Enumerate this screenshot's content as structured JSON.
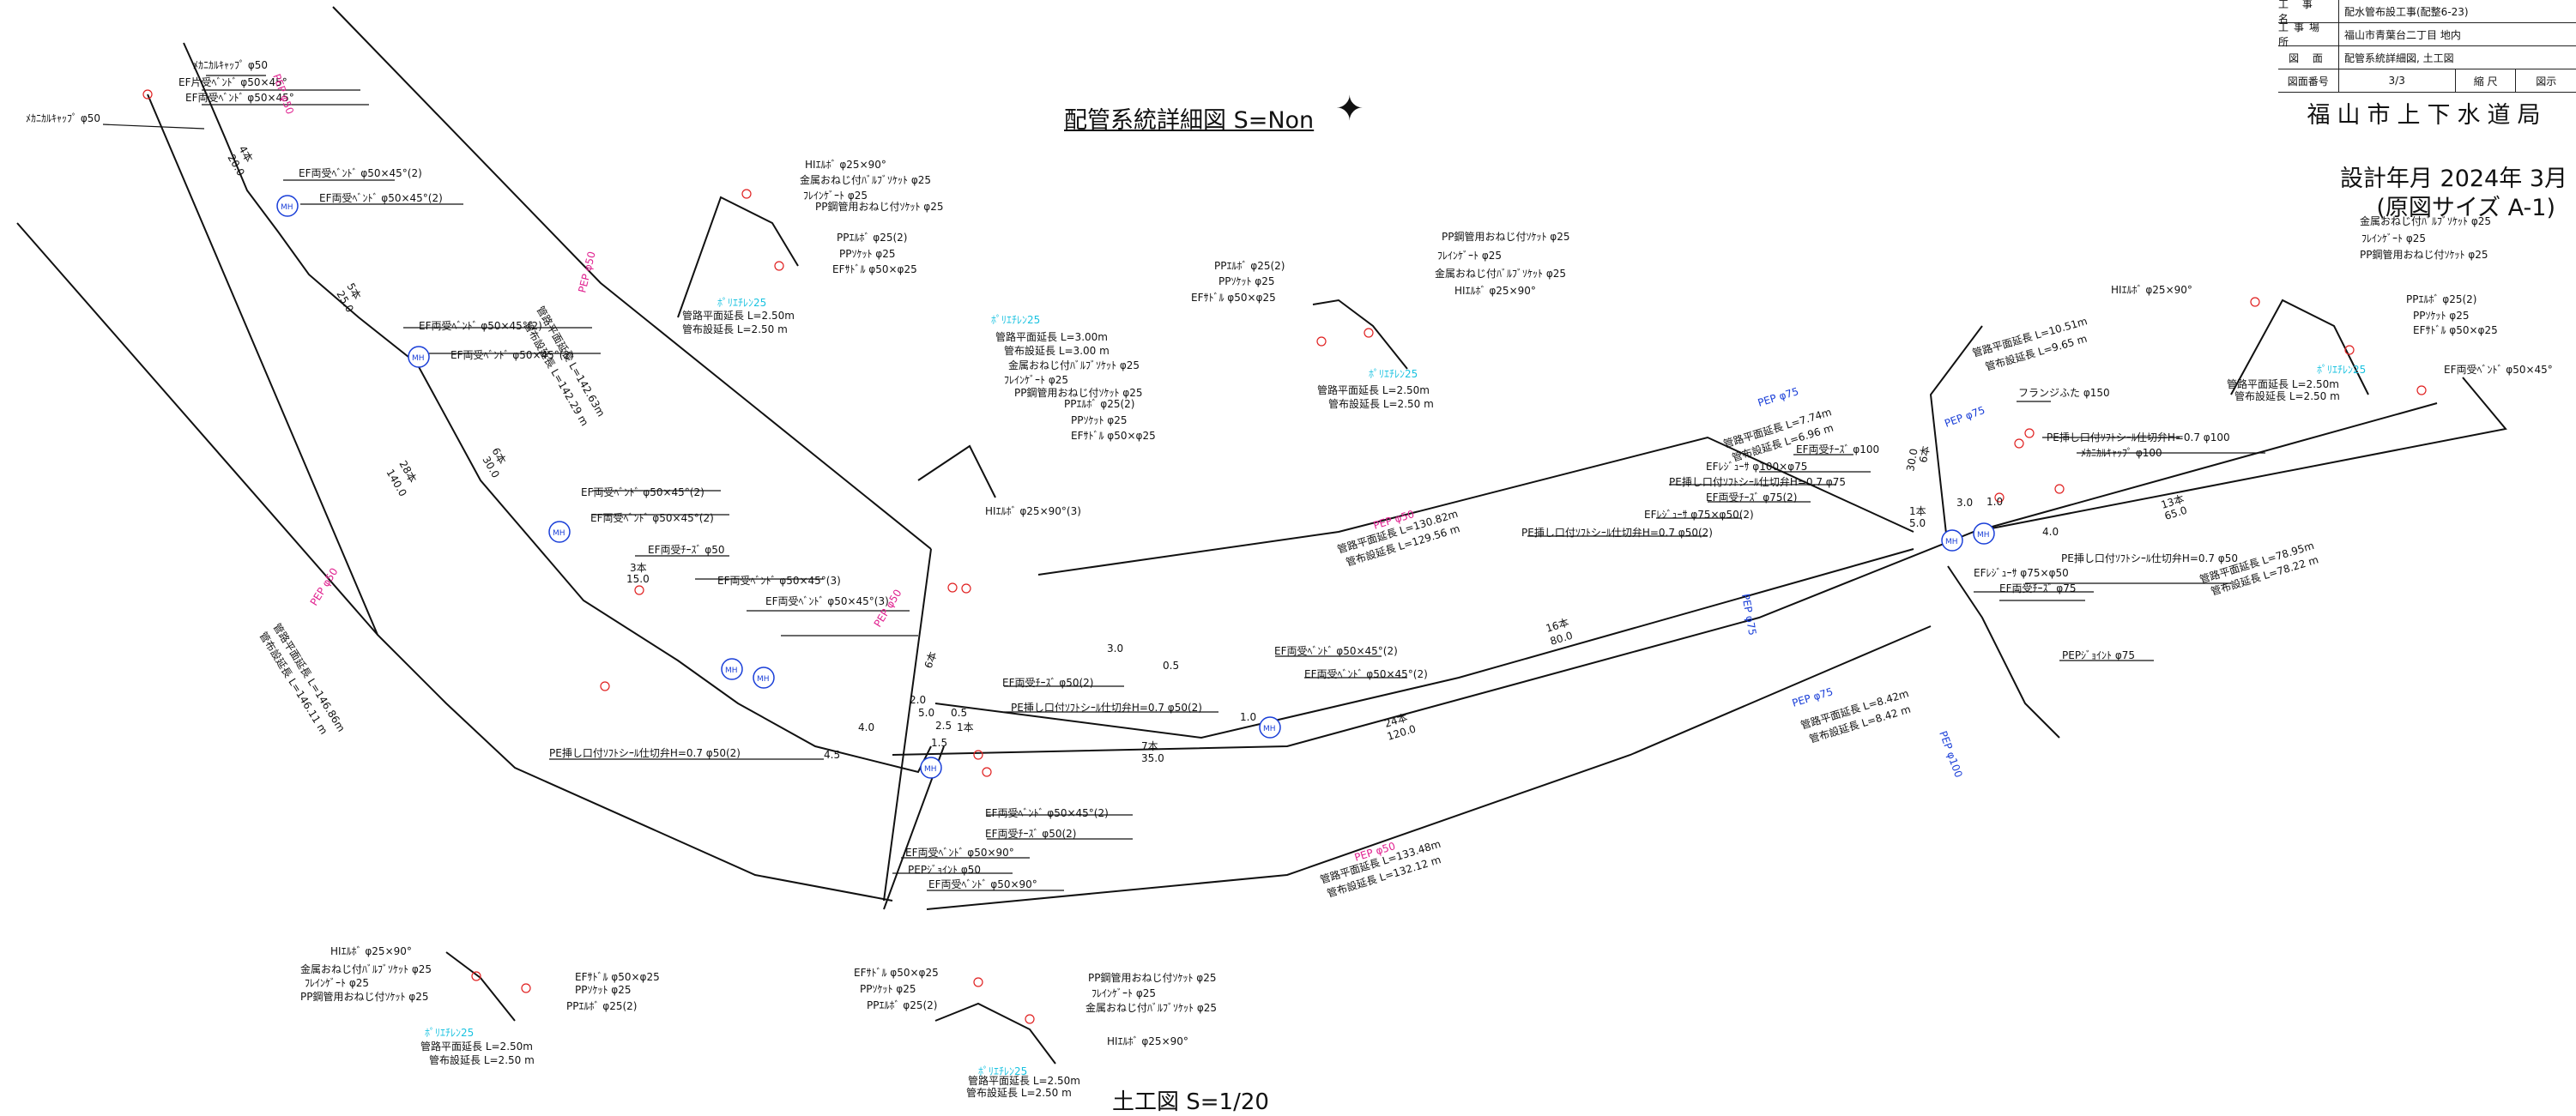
{
  "title_block": {
    "project_key": "工 事 名",
    "project_value": "配水管布設工事(配整6-23)",
    "location_key": "工事場所",
    "location_value": "福山市青葉台二丁目 地内",
    "drawing_key": "図 面",
    "drawing_value": "配管系統詳細図, 土工図",
    "number_key": "図面番号",
    "number_value": "3/3",
    "scale_key": "縮 尺",
    "scale_value": "図示",
    "agency": "福山市上下水道局",
    "design_date": "設計年月 2024年 3月",
    "original_size": "(原図サイズ A-1)"
  },
  "main_title": "配管系統詳細図 S=Non",
  "footer_title": "土工図 S=1/20",
  "colors": {
    "line": "#111111",
    "pipe_pe": "#e0208f",
    "pipe_blue": "#1a3fd8",
    "cyan": "#19c2e0",
    "red": "#e02020"
  },
  "labels": [
    {
      "id": "l1",
      "text": "ﾒｶﾆｶﾙｷｬｯﾌﾟ φ50",
      "c": "k"
    },
    {
      "id": "l2",
      "text": "ﾒｶﾆｶﾙｷｬｯﾌﾟ φ50",
      "c": "k"
    },
    {
      "id": "l3",
      "text": "EF片受ﾍﾞﾝﾄﾞ φ50×45°",
      "c": "k"
    },
    {
      "id": "l4",
      "text": "EF両受ﾍﾞﾝﾄﾞ φ50×45°",
      "c": "k"
    },
    {
      "id": "l5",
      "text": "EF両受ﾍﾞﾝﾄﾞ φ50×45°(2)",
      "c": "k"
    },
    {
      "id": "l6",
      "text": "EF両受ﾍﾞﾝﾄﾞ φ50×45°(2)",
      "c": "k"
    },
    {
      "id": "l7",
      "text": "EF両受ﾍﾞﾝﾄﾞ φ50×45°(2)",
      "c": "k"
    },
    {
      "id": "l8",
      "text": "EF両受ﾍﾞﾝﾄﾞ φ50×45°(2)",
      "c": "k"
    },
    {
      "id": "l9",
      "text": "EF両受ﾍﾞﾝﾄﾞ φ50×45°(2)",
      "c": "k"
    },
    {
      "id": "l10",
      "text": "EF両受ﾍﾞﾝﾄﾞ φ50×45°(2)",
      "c": "k"
    },
    {
      "id": "l11",
      "text": "EF両受ﾁｰｽﾞ φ50",
      "c": "k"
    },
    {
      "id": "l12",
      "text": "EF両受ﾍﾞﾝﾄﾞ φ50×45°(3)",
      "c": "k"
    },
    {
      "id": "l13",
      "text": "EF両受ﾍﾞﾝﾄﾞ φ50×45°(3)",
      "c": "k"
    },
    {
      "id": "l14",
      "text": "EF両受ﾁｰｽﾞ φ50(2)",
      "c": "k"
    },
    {
      "id": "l15",
      "text": "PE挿し口付ｿﾌﾄシｰﾙ仕切弁H=0.7 φ50(2)",
      "c": "k"
    },
    {
      "id": "l16",
      "text": "PE挿し口付ｿﾌﾄシｰﾙ仕切弁H=0.7 φ50(2)",
      "c": "k"
    },
    {
      "id": "l17",
      "text": "EF両受ﾍﾞﾝﾄﾞ φ50×45°(2)",
      "c": "k"
    },
    {
      "id": "l18",
      "text": "EF両受ﾁｰｽﾞ φ50(2)",
      "c": "k"
    },
    {
      "id": "l19",
      "text": "EF両受ﾍﾞﾝﾄﾞ φ50×90°",
      "c": "k"
    },
    {
      "id": "l20",
      "text": "PEPｼﾞｮｲﾝﾄ φ50",
      "c": "k"
    },
    {
      "id": "l21",
      "text": "EF両受ﾍﾞﾝﾄﾞ φ50×90°",
      "c": "k"
    },
    {
      "id": "l22",
      "text": "EF両受ﾍﾞﾝﾄﾞ φ50×45°(2)",
      "c": "k"
    },
    {
      "id": "l23",
      "text": "EF両受ﾍﾞﾝﾄﾞ φ50×45°(2)",
      "c": "k"
    },
    {
      "id": "l24",
      "text": "EF両受ﾁｰｽﾞ φ100",
      "c": "k"
    },
    {
      "id": "l25",
      "text": "EFﾚｼﾞｭｰｻ φ100×φ75",
      "c": "k"
    },
    {
      "id": "l26",
      "text": "PE挿し口付ｿﾌﾄシｰﾙ仕切弁H=0.7 φ75",
      "c": "k"
    },
    {
      "id": "l27",
      "text": "EF両受ﾁｰｽﾞ φ75(2)",
      "c": "k"
    },
    {
      "id": "l28",
      "text": "EFﾚｼﾞｭｰｻ φ75×φ50(2)",
      "c": "k"
    },
    {
      "id": "l29",
      "text": "PE挿し口付ｿﾌﾄシｰﾙ仕切弁H=0.7 φ50(2)",
      "c": "k"
    },
    {
      "id": "l30",
      "text": "PE挿し口付ｿﾌﾄシｰﾙ仕切弁H=0.7 φ100",
      "c": "k"
    },
    {
      "id": "l31",
      "text": "ﾒｶﾆｶﾙｷｬｯﾌﾟ φ100",
      "c": "k"
    },
    {
      "id": "l32",
      "text": "PE挿し口付ｿﾌﾄシｰﾙ仕切弁H=0.7 φ50",
      "c": "k"
    },
    {
      "id": "l33",
      "text": "EFﾚｼﾞｭｰｻ φ75×φ50",
      "c": "k"
    },
    {
      "id": "l34",
      "text": "EF両受ﾁｰｽﾞ φ75",
      "c": "k"
    },
    {
      "id": "l35",
      "text": "PEPｼﾞｮｲﾝﾄ φ75",
      "c": "k"
    },
    {
      "id": "l36",
      "text": "フランジふた φ150",
      "c": "k"
    },
    {
      "id": "l37",
      "text": "EF両受ﾍﾞﾝﾄﾞ φ50×45°",
      "c": "k"
    },
    {
      "id": "l38",
      "text": "HIｴﾙﾎﾞ φ25×90°",
      "c": "k"
    },
    {
      "id": "l39",
      "text": "金属おねじ付ﾊﾞﾙﾌﾞｿｹｯﾄ φ25",
      "c": "k"
    },
    {
      "id": "l40",
      "text": "ﾌﾚｲﾝｹﾞｰﾄ φ25",
      "c": "k"
    },
    {
      "id": "l41",
      "text": "PP鋼管用おねじ付ｿｹｯﾄ φ25",
      "c": "k"
    },
    {
      "id": "l42",
      "text": "PPｴﾙﾎﾞ φ25(2)",
      "c": "k"
    },
    {
      "id": "l43",
      "text": "PPｿｹｯﾄ φ25",
      "c": "k"
    },
    {
      "id": "l44",
      "text": "EFｻﾄﾞﾙ φ50×φ25",
      "c": "k"
    },
    {
      "id": "l45",
      "text": "金属おねじ付ﾊﾞﾙﾌﾞｿｹｯﾄ φ25",
      "c": "k"
    },
    {
      "id": "l46",
      "text": "ﾌﾚｲﾝｹﾞｰﾄ φ25",
      "c": "k"
    },
    {
      "id": "l47",
      "text": "PP鋼管用おねじ付ｿｹｯﾄ φ25",
      "c": "k"
    },
    {
      "id": "l48",
      "text": "PPｴﾙﾎﾞ φ25(2)",
      "c": "k"
    },
    {
      "id": "l49",
      "text": "PPｿｹｯﾄ φ25",
      "c": "k"
    },
    {
      "id": "l50",
      "text": "EFｻﾄﾞﾙ φ50×φ25",
      "c": "k"
    },
    {
      "id": "l51",
      "text": "HIｴﾙﾎﾞ φ25×90°(3)",
      "c": "k"
    },
    {
      "id": "l52",
      "text": "PPｴﾙﾎﾞ φ25(2)",
      "c": "k"
    },
    {
      "id": "l53",
      "text": "PPｿｹｯﾄ φ25",
      "c": "k"
    },
    {
      "id": "l54",
      "text": "EFｻﾄﾞﾙ φ50×φ25",
      "c": "k"
    },
    {
      "id": "l55",
      "text": "PP鋼管用おねじ付ｿｹｯﾄ φ25",
      "c": "k"
    },
    {
      "id": "l56",
      "text": "ﾌﾚｲﾝｹﾞｰﾄ φ25",
      "c": "k"
    },
    {
      "id": "l57",
      "text": "金属おねじ付ﾊﾞﾙﾌﾞｿｹｯﾄ φ25",
      "c": "k"
    },
    {
      "id": "l58",
      "text": "HIｴﾙﾎﾞ φ25×90°",
      "c": "k"
    },
    {
      "id": "l59",
      "text": "HIｴﾙﾎﾞ φ25×90°",
      "c": "k"
    },
    {
      "id": "l60",
      "text": "金属おねじ付ﾊﾞﾙﾌﾞｿｹｯﾄ φ25",
      "c": "k"
    },
    {
      "id": "l61",
      "text": "ﾌﾚｲﾝｹﾞｰﾄ φ25",
      "c": "k"
    },
    {
      "id": "l62",
      "text": "PP鋼管用おねじ付ｿｹｯﾄ φ25",
      "c": "k"
    },
    {
      "id": "l63",
      "text": "PPｴﾙﾎﾞ φ25(2)",
      "c": "k"
    },
    {
      "id": "l64",
      "text": "PPｿｹｯﾄ φ25",
      "c": "k"
    },
    {
      "id": "l65",
      "text": "EFｻﾄﾞﾙ φ50×φ25",
      "c": "k"
    },
    {
      "id": "l66",
      "text": "HIｴﾙﾎﾞ φ25×90°",
      "c": "k"
    },
    {
      "id": "l67",
      "text": "金属おねじ付ﾊﾞﾙﾌﾞｿｹｯﾄ φ25",
      "c": "k"
    },
    {
      "id": "l68",
      "text": "ﾌﾚｲﾝｹﾞｰﾄ φ25",
      "c": "k"
    },
    {
      "id": "l69",
      "text": "PP鋼管用おねじ付ｿｹｯﾄ φ25",
      "c": "k"
    },
    {
      "id": "l70",
      "text": "EFｻﾄﾞﾙ φ50×φ25",
      "c": "k"
    },
    {
      "id": "l71",
      "text": "PPｿｹｯﾄ φ25",
      "c": "k"
    },
    {
      "id": "l72",
      "text": "PPｴﾙﾎﾞ φ25(2)",
      "c": "k"
    },
    {
      "id": "l73",
      "text": "EFｻﾄﾞﾙ φ50×φ25",
      "c": "k"
    },
    {
      "id": "l74",
      "text": "PPｿｹｯﾄ φ25",
      "c": "k"
    },
    {
      "id": "l75",
      "text": "PPｴﾙﾎﾞ φ25(2)",
      "c": "k"
    },
    {
      "id": "l76",
      "text": "PP鋼管用おねじ付ｿｹｯﾄ φ25",
      "c": "k"
    },
    {
      "id": "l77",
      "text": "ﾌﾚｲﾝｹﾞｰﾄ φ25",
      "c": "k"
    },
    {
      "id": "l78",
      "text": "金属おねじ付ﾊﾞﾙﾌﾞｿｹｯﾄ φ25",
      "c": "k"
    },
    {
      "id": "l79",
      "text": "HIｴﾙﾎﾞ φ25×90°",
      "c": "k"
    },
    {
      "id": "p1",
      "text": "PEP φ50",
      "c": "m"
    },
    {
      "id": "p2",
      "text": "PEP φ50",
      "c": "m"
    },
    {
      "id": "p3",
      "text": "PEP φ50",
      "c": "m"
    },
    {
      "id": "p4",
      "text": "PEP φ50",
      "c": "m"
    },
    {
      "id": "p5",
      "text": "PEP φ50",
      "c": "m"
    },
    {
      "id": "p6",
      "text": "PEP φ50",
      "c": "m"
    },
    {
      "id": "p7",
      "text": "PEP φ75",
      "c": "b"
    },
    {
      "id": "p8",
      "text": "PEP φ75",
      "c": "b"
    },
    {
      "id": "p9",
      "text": "PEP φ75",
      "c": "b"
    },
    {
      "id": "p10",
      "text": "PEP φ75",
      "c": "b"
    },
    {
      "id": "p11",
      "text": "PEP φ100",
      "c": "b"
    },
    {
      "id": "d1",
      "text": "管路平面延長 L=142.63m",
      "c": "k"
    },
    {
      "id": "d2",
      "text": "管布設延長 L=142.29 m",
      "c": "k"
    },
    {
      "id": "d3",
      "text": "管路平面延長 L=146.86m",
      "c": "k"
    },
    {
      "id": "d4",
      "text": "管布設延長 L=146.11 m",
      "c": "k"
    },
    {
      "id": "d5",
      "text": "管路平面延長 L=130.82m",
      "c": "k"
    },
    {
      "id": "d6",
      "text": "管布設延長 L=129.56 m",
      "c": "k"
    },
    {
      "id": "d7",
      "text": "管路平面延長 L=133.48m",
      "c": "k"
    },
    {
      "id": "d8",
      "text": "管布設延長 L=132.12 m",
      "c": "k"
    },
    {
      "id": "d9",
      "text": "管路平面延長 L=78.95m",
      "c": "k"
    },
    {
      "id": "d10",
      "text": "管布設延長 L=78.22 m",
      "c": "k"
    },
    {
      "id": "d11",
      "text": "管路平面延長 L=7.74m",
      "c": "k"
    },
    {
      "id": "d12",
      "text": "管布設延長 L=6.96 m",
      "c": "k"
    },
    {
      "id": "d13",
      "text": "管路平面延長 L=10.51m",
      "c": "k"
    },
    {
      "id": "d14",
      "text": "管布設延長 L=9.65 m",
      "c": "k"
    },
    {
      "id": "d15",
      "text": "管路平面延長 L=8.42m",
      "c": "k"
    },
    {
      "id": "d16",
      "text": "管布設延長 L=8.42 m",
      "c": "k"
    },
    {
      "id": "d17",
      "text": "管路平面延長 L=2.50m",
      "c": "k"
    },
    {
      "id": "d18",
      "text": "管布設延長 L=2.50 m",
      "c": "k"
    },
    {
      "id": "d19",
      "text": "管路平面延長 L=3.00m",
      "c": "k"
    },
    {
      "id": "d20",
      "text": "管布設延長 L=3.00 m",
      "c": "k"
    },
    {
      "id": "d21",
      "text": "管路平面延長 L=2.50m",
      "c": "k"
    },
    {
      "id": "d22",
      "text": "管布設延長 L=2.50 m",
      "c": "k"
    },
    {
      "id": "d23",
      "text": "管路平面延長 L=2.50m",
      "c": "k"
    },
    {
      "id": "d24",
      "text": "管布設延長 L=2.50 m",
      "c": "k"
    },
    {
      "id": "d25",
      "text": "管路平面延長 L=2.50m",
      "c": "k"
    },
    {
      "id": "d26",
      "text": "管布設延長 L=2.50 m",
      "c": "k"
    },
    {
      "id": "d27",
      "text": "管路平面延長 L=2.50m",
      "c": "k"
    },
    {
      "id": "d28",
      "text": "管布設延長 L=2.50 m",
      "c": "k"
    },
    {
      "id": "c1",
      "text": "ﾎﾟﾘｴﾁﾚﾝ25",
      "c": "c"
    },
    {
      "id": "c2",
      "text": "ﾎﾟﾘｴﾁﾚﾝ25",
      "c": "c"
    },
    {
      "id": "c3",
      "text": "ﾎﾟﾘｴﾁﾚﾝ25",
      "c": "c"
    },
    {
      "id": "c4",
      "text": "ﾎﾟﾘｴﾁﾚﾝ25",
      "c": "c"
    },
    {
      "id": "c5",
      "text": "ﾎﾟﾘｴﾁﾚﾝ25",
      "c": "c"
    },
    {
      "id": "c6",
      "text": "ﾎﾟﾘｴﾁﾚﾝ25",
      "c": "c"
    },
    {
      "id": "n1",
      "text": "4本",
      "c": "k"
    },
    {
      "id": "n2",
      "text": "20.0",
      "c": "k"
    },
    {
      "id": "n3",
      "text": "5本",
      "c": "k"
    },
    {
      "id": "n4",
      "text": "25.0",
      "c": "k"
    },
    {
      "id": "n5",
      "text": "6本",
      "c": "k"
    },
    {
      "id": "n6",
      "text": "30.0",
      "c": "k"
    },
    {
      "id": "n7",
      "text": "28本",
      "c": "k"
    },
    {
      "id": "n8",
      "text": "140.0",
      "c": "k"
    },
    {
      "id": "n9",
      "text": "16本",
      "c": "k"
    },
    {
      "id": "n10",
      "text": "80.0",
      "c": "k"
    },
    {
      "id": "n11",
      "text": "24本",
      "c": "k"
    },
    {
      "id": "n12",
      "text": "120.0",
      "c": "k"
    },
    {
      "id": "n13",
      "text": "7本",
      "c": "k"
    },
    {
      "id": "n14",
      "text": "35.0",
      "c": "k"
    },
    {
      "id": "n15",
      "text": "13本",
      "c": "k"
    },
    {
      "id": "n16",
      "text": "65.0",
      "c": "k"
    },
    {
      "id": "n17",
      "text": "1本",
      "c": "k"
    },
    {
      "id": "n18",
      "text": "5.0",
      "c": "k"
    },
    {
      "id": "n19",
      "text": "3.0",
      "c": "k"
    },
    {
      "id": "n20",
      "text": "1.0",
      "c": "k"
    },
    {
      "id": "n21",
      "text": "4.0",
      "c": "k"
    },
    {
      "id": "n22",
      "text": "1.5",
      "c": "k"
    },
    {
      "id": "n23",
      "text": "2.5",
      "c": "k"
    },
    {
      "id": "n24",
      "text": "0.5",
      "c": "k"
    },
    {
      "id": "n25",
      "text": "4.5",
      "c": "k"
    },
    {
      "id": "n26",
      "text": "3本",
      "c": "k"
    },
    {
      "id": "n27",
      "text": "15.0",
      "c": "k"
    },
    {
      "id": "n28",
      "text": "5.0",
      "c": "k"
    },
    {
      "id": "n29",
      "text": "1本",
      "c": "k"
    },
    {
      "id": "n30",
      "text": "6本",
      "c": "k"
    },
    {
      "id": "n31",
      "text": "6本",
      "c": "k"
    },
    {
      "id": "n32",
      "text": "30.0",
      "c": "k"
    },
    {
      "id": "n33",
      "text": "3.0",
      "c": "k"
    },
    {
      "id": "n34",
      "text": "0.5",
      "c": "k"
    },
    {
      "id": "n35",
      "text": "1.0",
      "c": "k"
    },
    {
      "id": "n36",
      "text": "2.0",
      "c": "k"
    },
    {
      "id": "n37",
      "text": "4.0",
      "c": "k"
    }
  ]
}
